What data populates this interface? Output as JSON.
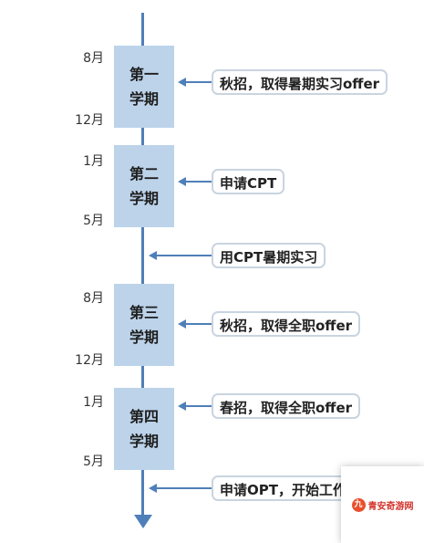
{
  "semesters": [
    {
      "line1": "第一",
      "line2": "学期",
      "start": "8月",
      "end": "12月"
    },
    {
      "line1": "第二",
      "line2": "学期",
      "start": "1月",
      "end": "5月"
    },
    {
      "line1": "第三",
      "line2": "学期",
      "start": "8月",
      "end": "12月"
    },
    {
      "line1": "第四",
      "line2": "学期",
      "start": "1月",
      "end": "5月"
    }
  ],
  "events": [
    "秋招，取得暑期实习offer",
    "申请CPT",
    "用CPT暑期实习",
    "秋招，取得全职offer",
    "春招，取得全职offer",
    "申请OPT，开始工作"
  ],
  "watermark": {
    "logo": "九",
    "text": "青安奇游网"
  },
  "colors": {
    "line": "#4f7fb8",
    "semester_fill": "#bcd3ea",
    "event_border": "#c9d4e0"
  }
}
